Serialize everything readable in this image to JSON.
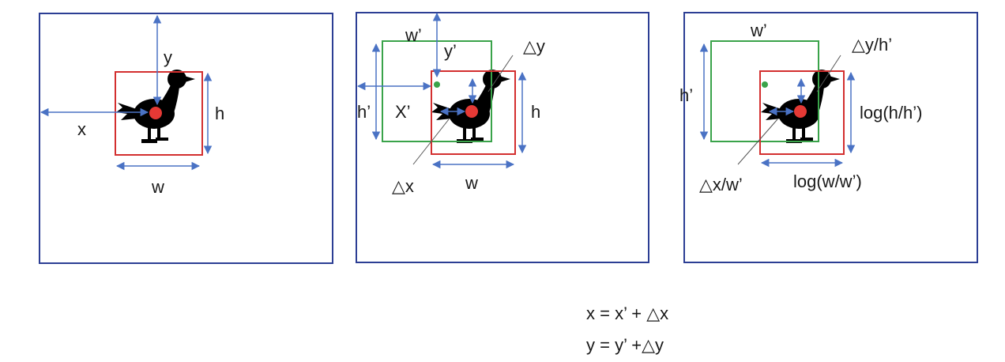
{
  "colors": {
    "frame": "#2c3e94",
    "target_box": "#d32f2f",
    "anchor_box": "#3aa34a",
    "arrow": "#4a72c4",
    "center_dot": "#e53935",
    "anchor_dot": "#3aa34a",
    "bird": "#000000"
  },
  "icons": {
    "subject": "bird-icon",
    "center": "center-dot-icon"
  },
  "panel1": {
    "x": "x",
    "y": "y",
    "w": "w",
    "h": "h"
  },
  "panel2": {
    "w_anchor": "w’",
    "y_anchor": "y’",
    "dy": "△y",
    "h_anchor": "h’",
    "x_anchor": "X’",
    "h": "h",
    "dx": "△x",
    "w": "w"
  },
  "panel3": {
    "w_anchor": "w’",
    "dy_norm": "△y/h’",
    "h_anchor": "h’",
    "log_h": "log(h/h’)",
    "dx_norm": "△x/w’",
    "log_w": "log(w/w’)"
  },
  "equations": {
    "x": "x = x’ + △x",
    "y": "y = y’ +△y"
  }
}
